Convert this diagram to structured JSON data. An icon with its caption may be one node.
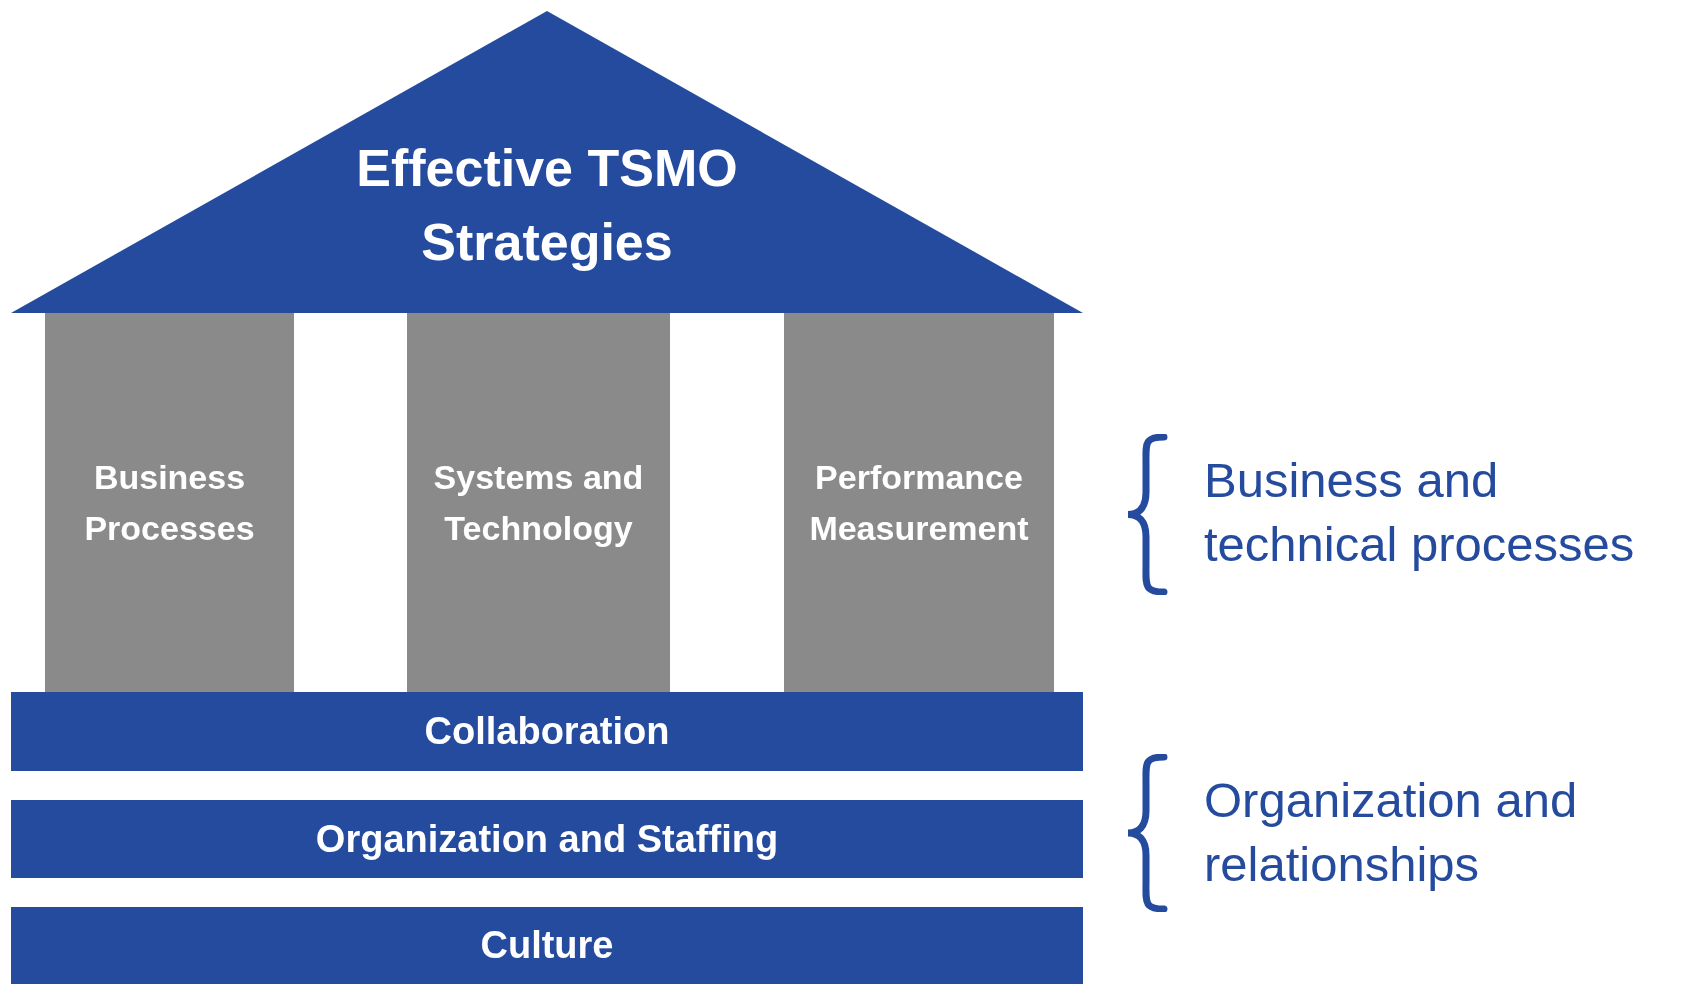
{
  "diagram": {
    "nodes": [
      {
        "text": [
          "Effective TSMO Strategies"
        ]
      },
      {
        "text": [
          "Business Processes"
        ]
      },
      {
        "text": [
          "Systems and Technology"
        ]
      },
      {
        "text": [
          "Performance Measurement"
        ]
      },
      {
        "text": [
          "Collaboration"
        ]
      },
      {
        "text": [
          "Organization and Staffing"
        ]
      },
      {
        "text": [
          "Culture"
        ]
      }
    ],
    "labels": [
      "Business and technical processes",
      "Organization and relationships"
    ]
  }
}
